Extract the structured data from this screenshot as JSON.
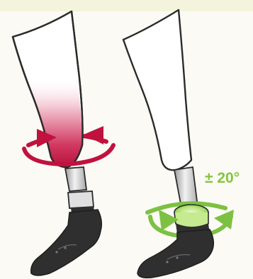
{
  "rotation_label": "± 20°",
  "colors": {
    "background": "#fbfaf4",
    "top_band": "#f4f4dc",
    "socket_fill": "#ffffff",
    "outline": "#2b2b2b",
    "residual_limb_gradient_top": "#f7dbe3",
    "residual_limb_gradient_bottom": "#c0123f",
    "red_arrow": "#c0123f",
    "green_arrow": "#7cc142",
    "rotator_glow": "#b9e27f",
    "pylon": "#c7c7c7",
    "foot": "#2f2f2f"
  },
  "figures": [
    {
      "id": "left-leg",
      "description_icon": "torque-at-socket-icon"
    },
    {
      "id": "right-leg",
      "description_icon": "torque-absorber-icon"
    }
  ]
}
